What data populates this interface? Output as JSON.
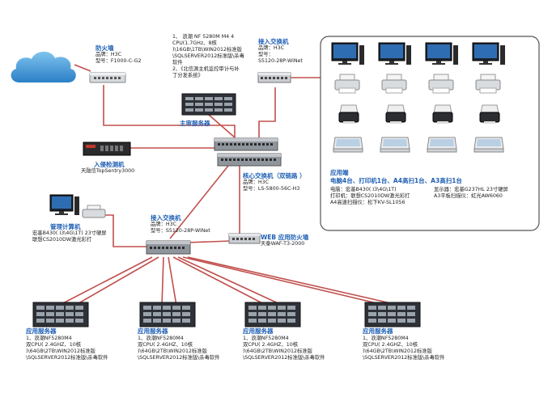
{
  "firewall": {
    "title": "防火墙",
    "lines": [
      "品牌：H3C",
      "型号：F1000-C-G2"
    ]
  },
  "main_server": {
    "title": "主审服务器",
    "lines": [
      "1、 浪潮 NF 5280M M4 4",
      "CPU(1.7GHz、8核",
      ")\\16GB\\1TB\\WIN2012标准版",
      "\\SQLSERVER2012标准版\\杀毒",
      "软件",
      "2、《北信源主机监控审计与补",
      "丁分发系统》"
    ]
  },
  "access_switch_top": {
    "title": "接入交换机",
    "lines": [
      "品牌：H3C",
      "型号：",
      "S5120-28P-WiNet"
    ]
  },
  "intrusion": {
    "title": "入侵检测机",
    "line": "天融信TopSentry3000"
  },
  "core_switch": {
    "title": "核心交换机（双链路 ）",
    "lines": [
      "品牌：H3C",
      "型号：LS-5800-56C-H3"
    ]
  },
  "app_terminal": {
    "title": "应用端",
    "subtitle": "电脑4台、打印机1台、A4高扫1台、A3高扫1台",
    "left_lines": [
      "电脑：宏基B430( I3\\4G\\1T)",
      "打印机：联想CS2010DW激光彩打",
      "A4高速扫描仪：松下KV-SL1056"
    ],
    "right_lines": [
      "显示器：宏基G237HL 23寸硬屏",
      "A3平板扫描仪：虹光AW6060"
    ]
  },
  "admin_pc": {
    "title": "管理计算机",
    "lines": [
      "宏基B430( I3\\4G\\1T) 23寸硬屏",
      "联想CS2010DW激光彩打"
    ]
  },
  "access_switch_mid": {
    "title": "接入交换机",
    "lines": [
      "品牌：H3C",
      "型号：S5120-28P-WiNet"
    ]
  },
  "web_firewall": {
    "title": "WEB 应用防火墙",
    "line": "天泰WAF-T3-2000"
  },
  "app_servers": [
    {
      "title": "应用服务器",
      "lines": [
        "1、浪潮NF5280M4",
        "    双CPU( 2.4GHZ、10核",
        ")\\64GB\\2TB\\WIN2012标准版",
        "\\SQLSERVER2012标准版\\杀毒软件"
      ]
    },
    {
      "title": "应用服务器",
      "lines": [
        "1、浪潮NF5280M4",
        "    双CPU( 2.4GHZ、10核",
        ")\\64GB\\2TB\\WIN2012标准版",
        "\\SQLSERVER2012标准版\\杀毒软件"
      ]
    },
    {
      "title": "应用服务器",
      "lines": [
        "1、浪潮NF5280M4",
        "    双CPU( 2.4GHZ、10核",
        ")\\64GB\\2TB\\WIN2012标准版",
        "\\SQLSERVER2012标准版\\杀毒软件"
      ]
    },
    {
      "title": "应用服务器",
      "lines": [
        "1、浪潮NF5280M4",
        "    双CPU( 2.4GHZ、10核",
        ")\\64GB\\2TB\\WIN2012标准版",
        "\\SQLSERVER2012标准版\\杀毒软件"
      ]
    }
  ],
  "colors": {
    "link": "#c0504d",
    "title": "#1e5fb4",
    "panel_border": "#555555"
  }
}
